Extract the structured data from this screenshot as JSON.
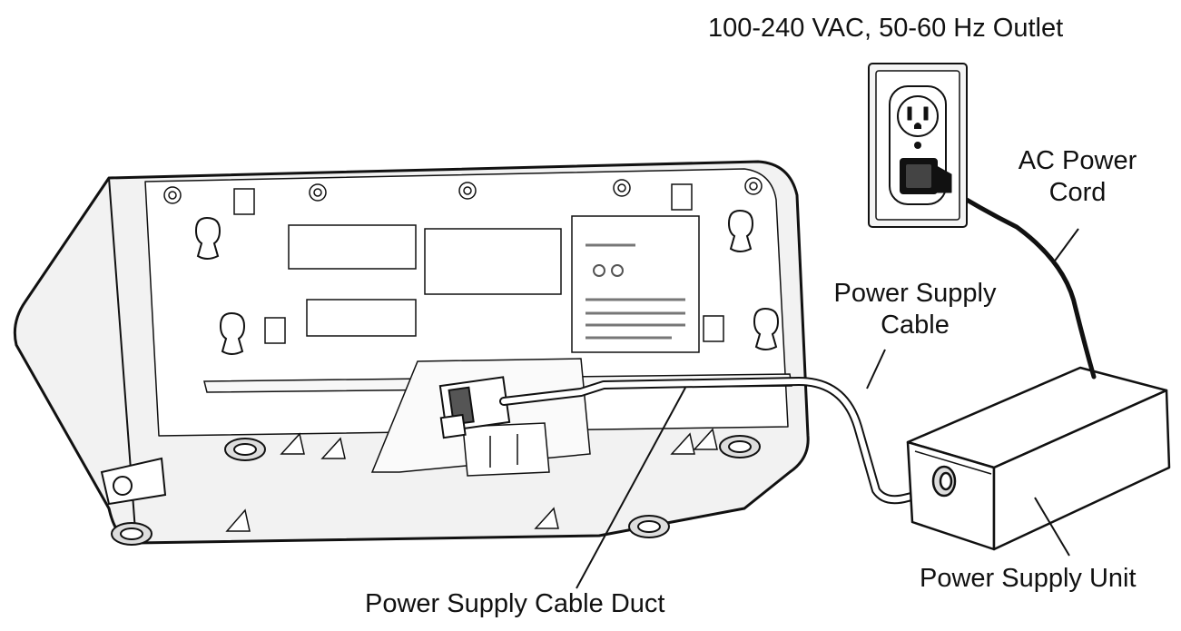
{
  "labels": {
    "outlet": "100-240 VAC, 50-60 Hz Outlet",
    "ac_cord_line1": "AC Power",
    "ac_cord_line2": "Cord",
    "supply_cable_line1": "Power Supply",
    "supply_cable_line2": "Cable",
    "supply_unit": "Power Supply Unit",
    "cable_duct": "Power Supply Cable Duct"
  },
  "colors": {
    "line": "#111111",
    "device_fill": "#f2f2f2",
    "device_face": "#ffffff",
    "cord": "#111111",
    "cable_fill": "#ffffff"
  }
}
